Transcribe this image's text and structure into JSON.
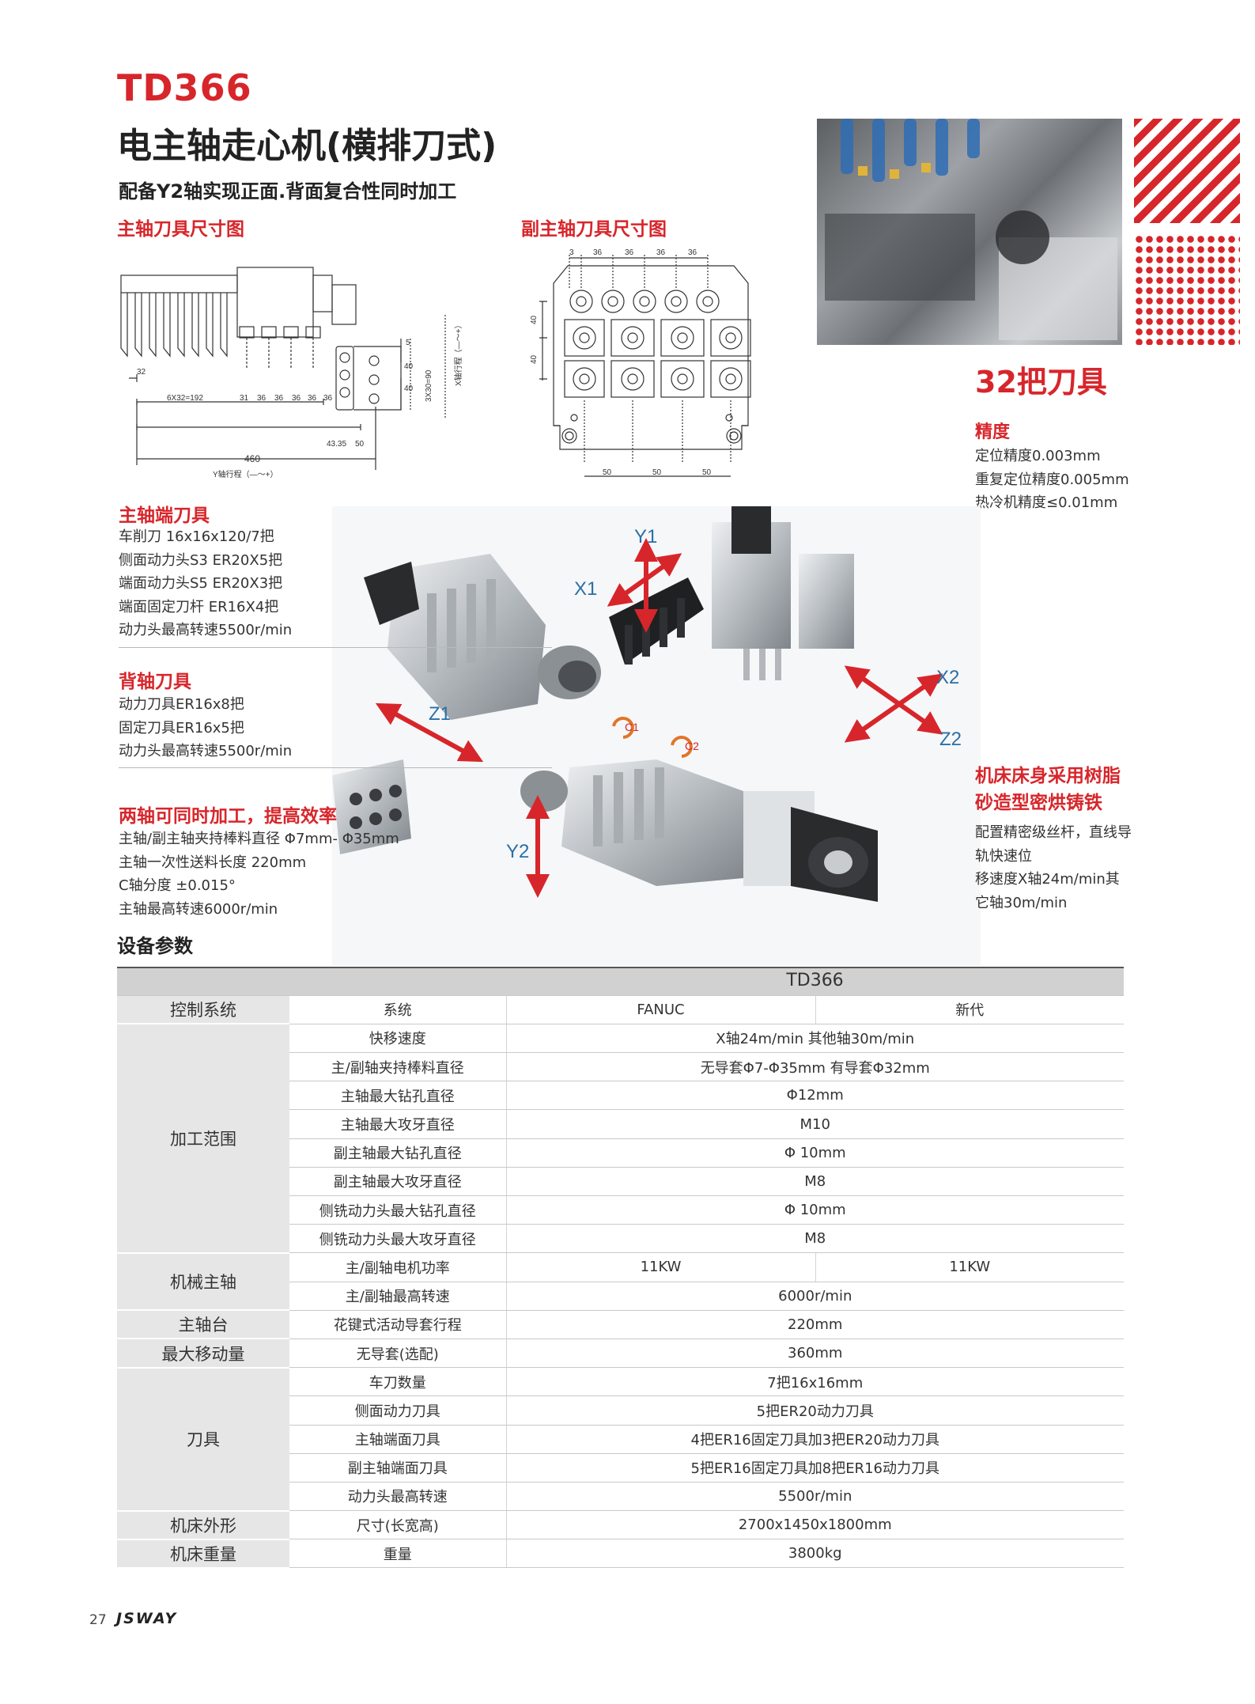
{
  "header": {
    "model": "TD366",
    "name": "电主轴走心机(横排刀式)",
    "tagline": "配备Y2轴实现正面.背面复合性同时加工"
  },
  "drawings": {
    "main_spindle_title": "主轴刀具尺寸图",
    "sub_spindle_title": "副主轴刀具尺寸图",
    "main_dims": {
      "d32": "32",
      "d192": "6X32=192",
      "d31": "31",
      "d36a": "36",
      "d36b": "36",
      "d36c": "36",
      "d36d": "36",
      "d36e": "36",
      "d4335": "43.35",
      "d50": "50",
      "d460": "460",
      "y_travel": "Y轴行程（—～+）",
      "x_travel": "X轴行程（—～+）",
      "d40a": "40",
      "d40b": "40",
      "d3x30": "3X30=90",
      "d5": "5"
    },
    "sub_dims": {
      "top3": "3",
      "top36a": "36",
      "top36b": "36",
      "top36c": "36",
      "top36d": "36",
      "left40a": "40",
      "left40b": "40",
      "bot50a": "50",
      "bot50b": "50",
      "bot50c": "50"
    }
  },
  "side_photo": {
    "tool_count": "32把刀具"
  },
  "precision": {
    "title": "精度",
    "items": [
      "定位精度0.003mm",
      "重复定位精度0.005mm",
      "热冷机精度≤0.01mm"
    ]
  },
  "main_tools": {
    "title": "主轴端刀具",
    "items": [
      "车削刀 16x16x120/7把",
      "侧面动力头S3 ER20X5把",
      "端面动力头S5 ER20X3把",
      "端面固定刀杆 ER16X4把",
      "动力头最高转速5500r/min"
    ]
  },
  "back_tools": {
    "title": "背轴刀具",
    "items": [
      "动力刀具ER16x8把",
      "固定刀具ER16x5把",
      "动力头最高转速5500r/min"
    ]
  },
  "dual": {
    "title": "两轴可同时加工，提高效率",
    "items": [
      "主轴/副主轴夹持棒料直径 Φ7mm- Φ35mm",
      "主轴一次性送料长度 220mm",
      "C轴分度 ±0.015°",
      "主轴最高转速6000r/min"
    ]
  },
  "bed": {
    "title_line1": "机床床身采用树脂",
    "title_line2": "砂造型密烘铸铁",
    "items": [
      "配置精密级丝杆，直线导",
      "轨快速位",
      "移速度X轴24m/min其",
      "它轴30m/min"
    ]
  },
  "axes": {
    "y1": "Y1",
    "x1": "X1",
    "z1": "Z1",
    "x2": "X2",
    "z2": "Z2",
    "y2": "Y2",
    "c1": "C1",
    "c2": "C2"
  },
  "colors": {
    "accent": "#d7262b",
    "axis_blue": "#2b6fa6",
    "table_header": "#d1d1d1",
    "table_category": "#e6e6e6"
  },
  "table": {
    "section_title": "设备参数",
    "header": "TD366",
    "control": {
      "category": "控制系统",
      "param": "系统",
      "v1": "FANUC",
      "v2": "新代"
    },
    "machining": {
      "category": "加工范围",
      "rows": [
        {
          "param": "快移速度",
          "value": "X轴24m/min 其他轴30m/min"
        },
        {
          "param": "主/副轴夹持棒料直径",
          "value": "无导套Φ7-Φ35mm  有导套Φ32mm"
        },
        {
          "param": "主轴最大钻孔直径",
          "value": "Φ12mm"
        },
        {
          "param": "主轴最大攻牙直径",
          "value": "M10"
        },
        {
          "param": "副主轴最大钻孔直径",
          "value": "Φ 10mm"
        },
        {
          "param": "副主轴最大攻牙直径",
          "value": "M8"
        },
        {
          "param": "侧铣动力头最大钻孔直径",
          "value": "Φ 10mm"
        },
        {
          "param": "侧铣动力头最大攻牙直径",
          "value": "M8"
        }
      ]
    },
    "spindle": {
      "category": "机械主轴",
      "power": {
        "param": "主/副轴电机功率",
        "v1": "11KW",
        "v2": "11KW"
      },
      "speed": {
        "param": "主/副轴最高转速",
        "value": "6000r/min"
      }
    },
    "headstock": {
      "category": "主轴台",
      "param": "花键式活动导套行程",
      "value": "220mm"
    },
    "travel": {
      "category": "最大移动量",
      "param": "无导套(选配)",
      "value": "360mm"
    },
    "tools": {
      "category": "刀具",
      "rows": [
        {
          "param": "车刀数量",
          "value": "7把16x16mm"
        },
        {
          "param": "侧面动力刀具",
          "value": "5把ER20动力刀具"
        },
        {
          "param": "主轴端面刀具",
          "value": "4把ER16固定刀具加3把ER20动力刀具"
        },
        {
          "param": "副主轴端面刀具",
          "value": "5把ER16固定刀具加8把ER16动力刀具"
        },
        {
          "param": "动力头最高转速",
          "value": "5500r/min"
        }
      ]
    },
    "dimension": {
      "category": "机床外形",
      "param": "尺寸(长宽高)",
      "value": "2700x1450x1800mm"
    },
    "weight": {
      "category": "机床重量",
      "param": "重量",
      "value": "3800kg"
    }
  },
  "footer": {
    "page": "27",
    "brand": "JSWAY"
  }
}
